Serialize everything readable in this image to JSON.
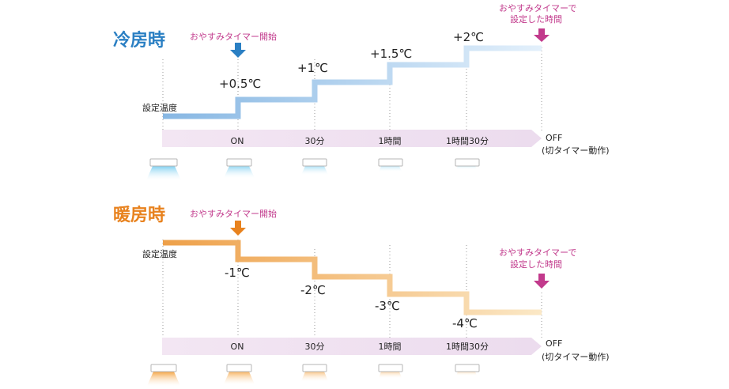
{
  "cooling": {
    "title": "冷房時",
    "sleep_timer_start": "おやすみタイマー開始",
    "set_temp_label": "設定温度",
    "steps": [
      "+0.5℃",
      "+1℃",
      "+1.5℃",
      "+2℃"
    ],
    "timer_set_line1": "おやすみタイマーで",
    "timer_set_line2": "設定した時間",
    "timeline": [
      "ON",
      "30分",
      "1時間",
      "1時間30分"
    ],
    "off_line1": "OFF",
    "off_line2": "(切タイマー動作)",
    "title_color": "#2a7fc3",
    "line_color": "#8dbde6"
  },
  "heating": {
    "title": "暖房時",
    "sleep_timer_start": "おやすみタイマー開始",
    "set_temp_label": "設定温度",
    "steps": [
      "-1℃",
      "-2℃",
      "-3℃",
      "-4℃"
    ],
    "timer_set_line1": "おやすみタイマーで",
    "timer_set_line2": "設定した時間",
    "timeline": [
      "ON",
      "30分",
      "1時間",
      "1時間30分"
    ],
    "off_line1": "OFF",
    "off_line2": "(切タイマー動作)",
    "title_color": "#e8821e",
    "line_color": "#f0b76a"
  },
  "colors": {
    "magenta": "#c23a8c",
    "timeline_band": "#f0e3f1"
  }
}
